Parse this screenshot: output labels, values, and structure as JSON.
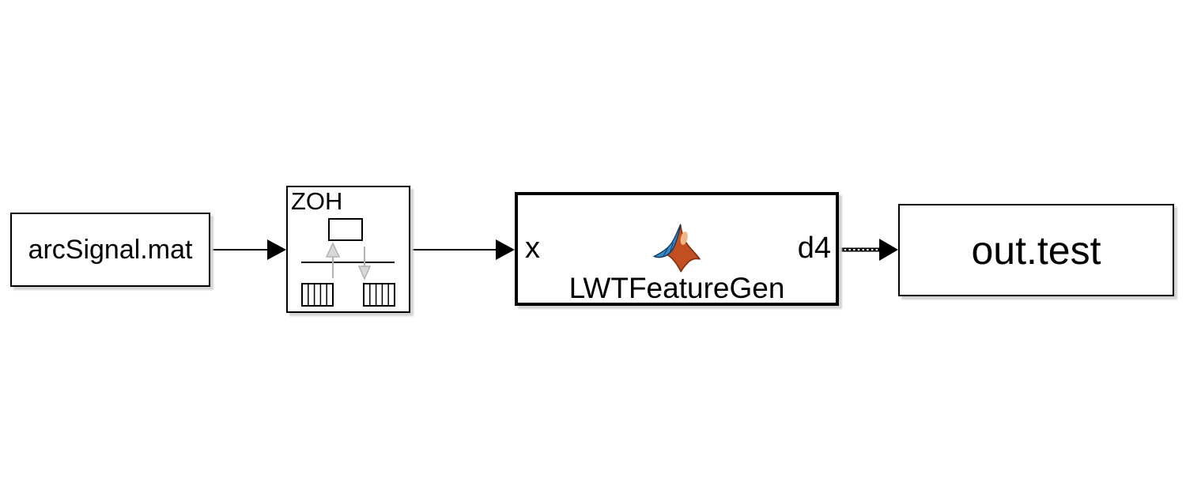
{
  "blocks": {
    "source": {
      "label": "arcSignal.mat"
    },
    "zoh": {
      "label": "ZOH"
    },
    "fcn": {
      "label": "LWTFeatureGen",
      "input_port": "x",
      "output_port": "d4"
    },
    "sink": {
      "label": "out.test"
    }
  },
  "colors": {
    "wire": "#000000",
    "wire_dash": "#ffffff",
    "block_border": "#000000",
    "block_fill": "#ffffff",
    "zoh_arrow_fill": "#d8d8d8",
    "zoh_arrow_stroke": "#b2b2b2",
    "logo_orange": "#c24f20",
    "logo_orange_edge": "#84300e",
    "logo_highlight": "#f3b488",
    "logo_blue": "#3488c6",
    "logo_blue_edge": "#14365c"
  }
}
